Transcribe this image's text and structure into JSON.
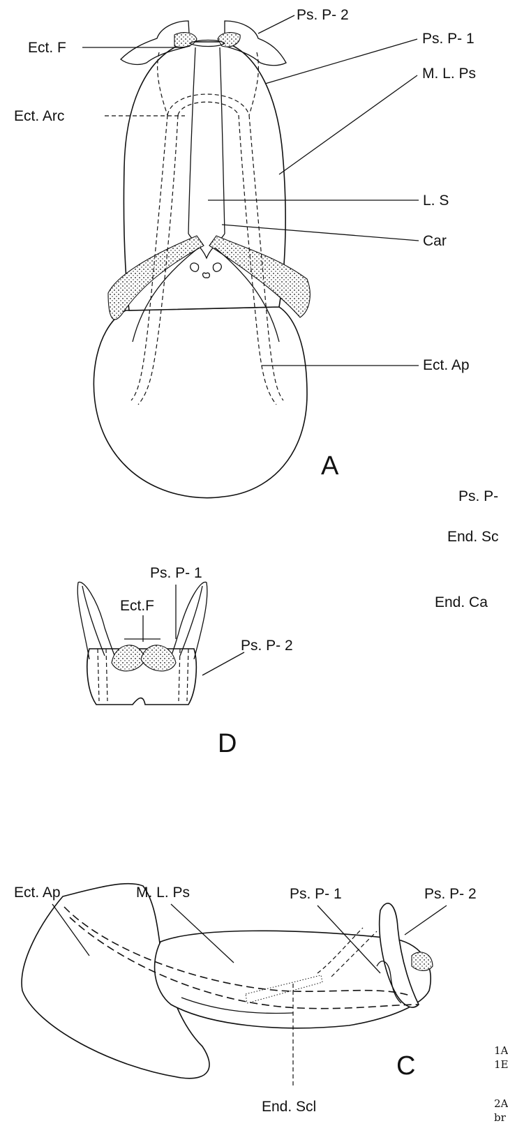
{
  "figure": {
    "panel_A": {
      "letter": "A",
      "labels": {
        "ps_p2": "Ps. P- 2",
        "ect_f": "Ect. F",
        "ps_p1": "Ps. P- 1",
        "ml_ps": "M. L. Ps",
        "ect_arc": "Ect. Arc",
        "ls": "L. S",
        "car": "Car",
        "ect_ap": "Ect. Ap"
      }
    },
    "panel_B_partial": {
      "labels": {
        "ps_p": "Ps. P-",
        "end_sc": "End. Sc",
        "end_ca": "End. Ca"
      }
    },
    "panel_D": {
      "letter": "D",
      "labels": {
        "ps_p1": "Ps. P- 1",
        "ect_f": "Ect.F",
        "ps_p2": "Ps. P- 2"
      }
    },
    "panel_C": {
      "letter": "C",
      "labels": {
        "ect_ap": "Ect. Ap",
        "ml_ps": "M. L. Ps",
        "ps_p1": "Ps. P- 1",
        "ps_p2": "Ps. P- 2",
        "end_scl": "End. Scl"
      }
    },
    "caption_fragments": [
      "1A",
      "1E",
      "2A",
      "br"
    ]
  }
}
